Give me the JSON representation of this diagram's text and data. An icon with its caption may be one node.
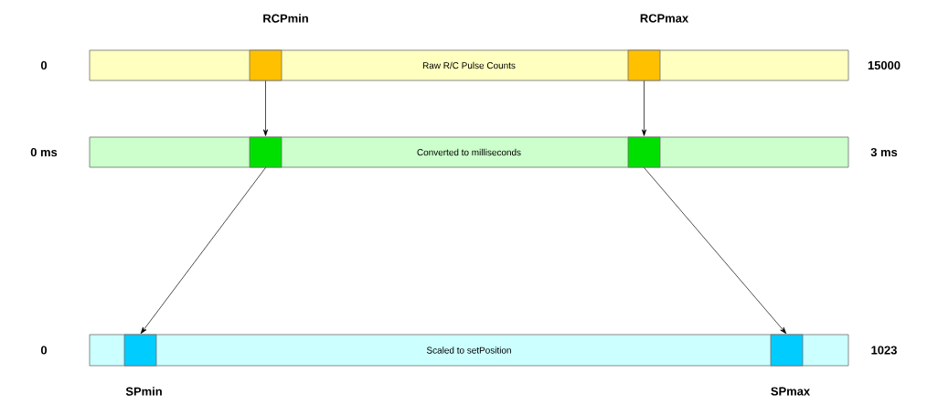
{
  "diagram": {
    "nodes": [
      {
        "text": [
          "Raw R/C Pulse Counts"
        ],
        "beside": [
          "0",
          "15000"
        ]
      },
      {
        "text": [],
        "shape": "box",
        "in": 0,
        "beside": [
          "RCPmin"
        ]
      },
      {
        "text": [],
        "shape": "box",
        "in": 0,
        "beside": [
          "RCPmax"
        ]
      },
      {
        "text": [
          "Converted to milliseconds"
        ],
        "beside": [
          "0 ms",
          "3 ms"
        ]
      },
      {
        "text": [],
        "shape": "box",
        "in": 3
      },
      {
        "text": [],
        "shape": "box",
        "in": 3
      },
      {
        "text": [
          "Scaled to setPosition"
        ],
        "beside": [
          "0",
          "1023"
        ]
      },
      {
        "text": [],
        "shape": "box",
        "in": 6,
        "beside": [
          "SPmin"
        ]
      },
      {
        "text": [],
        "shape": "box",
        "in": 6,
        "beside": [
          "SPmax"
        ]
      }
    ],
    "edges": [
      {
        "from": 1,
        "to": 4,
        "arrow": "to"
      },
      {
        "from": 2,
        "to": 5,
        "arrow": "to"
      },
      {
        "from": 4,
        "to": 7,
        "arrow": "to"
      },
      {
        "from": 5,
        "to": 8,
        "arrow": "to"
      }
    ]
  }
}
